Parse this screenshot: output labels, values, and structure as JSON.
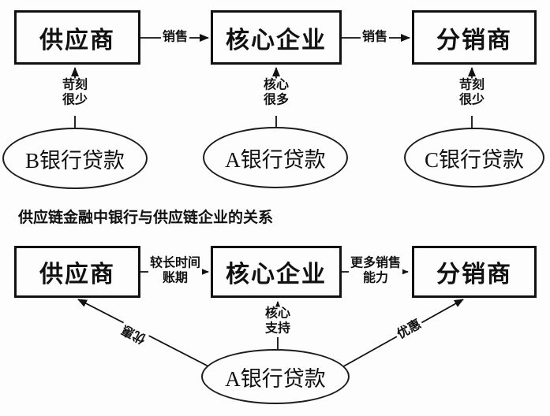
{
  "top_diagram": {
    "boxes": [
      {
        "label": "供应商"
      },
      {
        "label": "核心企业"
      },
      {
        "label": "分销商"
      }
    ],
    "flow_labels": [
      {
        "label": "销售"
      },
      {
        "label": "销售"
      }
    ],
    "bank_links": [
      {
        "lines": [
          "苛刻",
          "很少"
        ]
      },
      {
        "lines": [
          "核心",
          "很多"
        ]
      },
      {
        "lines": [
          "苛刻",
          "很少"
        ]
      }
    ],
    "bank_ellipses": [
      {
        "label": "B银行贷款"
      },
      {
        "label": "A银行贷款"
      },
      {
        "label": "C银行贷款"
      }
    ]
  },
  "caption": "供应链金融中银行与供应链企业的关系",
  "bottom_diagram": {
    "boxes": [
      {
        "label": "供应商"
      },
      {
        "label": "核心企业"
      },
      {
        "label": "分销商"
      }
    ],
    "flow_labels": [
      {
        "lines": [
          "较长时间",
          "账期"
        ]
      },
      {
        "lines": [
          "更多销售",
          "能力"
        ]
      }
    ],
    "center_link": {
      "lines": [
        "核心",
        "支持"
      ]
    },
    "diagonal_links": [
      {
        "label": "优惠"
      },
      {
        "label": "优惠"
      }
    ],
    "bank_ellipse": {
      "label": "A银行贷款"
    }
  },
  "colors": {
    "line": "#111111",
    "background": "#fdfdfd",
    "text": "#111111"
  }
}
